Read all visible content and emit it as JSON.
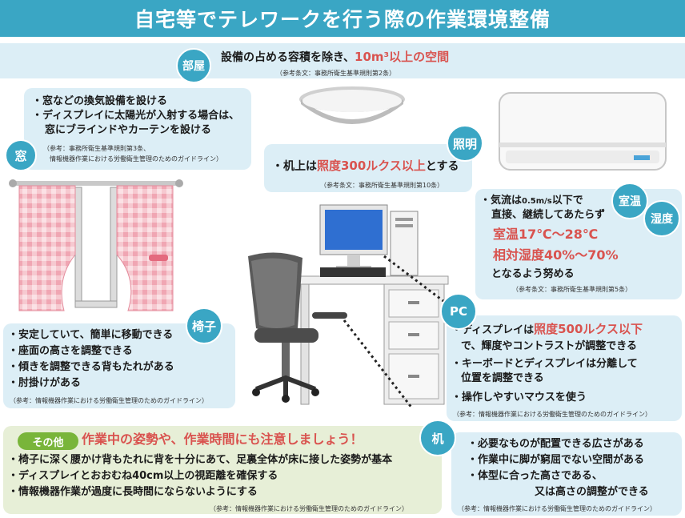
{
  "title": "自宅等でテレワークを行う際の作業環境整備",
  "room": {
    "badge": "部屋",
    "text_a": "設備の占める容積を除き、",
    "text_b": "10m³以上の空間",
    "ref": "（参考条文：事務所衛生基準規則第2条）"
  },
  "window": {
    "badge": "窓",
    "line1": "・窓などの換気設備を設ける",
    "line2": "・ディスプレイに太陽光が入射する場合は、",
    "line3": "窓にブラインドやカーテンを設ける",
    "ref1": "（参考：事務所衛生基準規則第3条、",
    "ref2": "情報機器作業における労働衛生管理のためのガイドライン）"
  },
  "lighting": {
    "badge": "照明",
    "text_a": "・机上は",
    "text_b": "照度300ルクス以上",
    "text_c": "とする",
    "ref": "（参考条文：事務所衛生基準規則第10条）"
  },
  "temperature": {
    "badge1": "室温",
    "badge2": "湿度",
    "line1_a": "・気流は",
    "line1_b": "0.5m/s",
    "line1_c": "以下で",
    "line2": "直接、継続してあたらず",
    "line3": "室温17℃～28℃",
    "line4": "相対湿度40%～70%",
    "line5": "となるよう努める",
    "ref": "（参考条文：事務所衛生基準規則第5条）"
  },
  "chair": {
    "badge": "椅子",
    "items": [
      "・安定していて、簡単に移動できる",
      "・座面の高さを調整できる",
      "・傾きを調整できる背もたれがある",
      "・肘掛けがある"
    ],
    "ref": "（参考：情報機器作業における労働衛生管理のためのガイドライン）"
  },
  "pc": {
    "badge": "PC",
    "line1_a": "・ディスプレイは",
    "line1_b": "照度500ルクス以下",
    "line2": "で、輝度やコントラストが調整できる",
    "line3": "・キーボードとディスプレイは分離して",
    "line4": "位置を調整できる",
    "line5": "・操作しやすいマウスを使う",
    "ref": "（参考：情報機器作業における労働衛生管理のためのガイドライン）"
  },
  "other": {
    "badge": "その他",
    "headline": "作業中の姿勢や、作業時間にも注意しましょう！",
    "items": [
      "・椅子に深く腰かけ背もたれに背を十分にあて、足裏全体が床に接した姿勢が基本",
      "・ディスプレイとおおむね40cm以上の視距離を確保する",
      "・情報機器作業が過度に長時間にならないようにする"
    ],
    "ref": "（参考：情報機器作業における労働衛生管理のためのガイドライン）"
  },
  "desk": {
    "badge": "机",
    "items": [
      "・必要なものが配置できる広さがある",
      "・作業中に脚が窮屈でない空間がある",
      "・体型に合った高さである、",
      "又は高さの調整ができる"
    ],
    "ref": "（参考：情報機器作業における労働衛生管理のためのガイドライン）"
  },
  "colors": {
    "accent": "#3aa6c4",
    "highlight": "#d9534f",
    "panel": "#dceef6",
    "other_panel": "#e7efd7"
  }
}
